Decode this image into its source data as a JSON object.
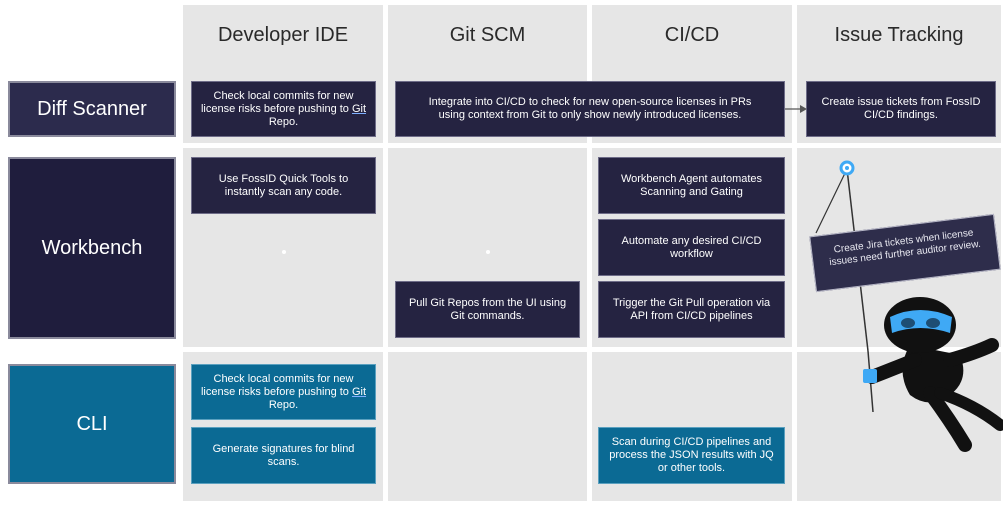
{
  "columns": [
    "Developer IDE",
    "Git SCM",
    "CI/CD",
    "Issue Tracking"
  ],
  "rows": {
    "diff_scanner": "Diff Scanner",
    "workbench": "Workbench",
    "cli": "CLI"
  },
  "boxes": {
    "diff_ide_a": "Check local commits for new license risks before pushing to",
    "diff_ide_b": "Git",
    "diff_ide_c": "Repo.",
    "diff_cicd": "Integrate into CI/CD to check for new open-source licenses in PRs using context from Git to only show newly introduced licenses.",
    "diff_issue": "Create issue tickets from FossID CI/CD findings.",
    "wb_ide": "Use FossID Quick Tools to instantly scan any code.",
    "wb_cicd_1": "Workbench Agent automates Scanning and Gating",
    "wb_cicd_2": "Automate any desired CI/CD workflow",
    "wb_git": "Pull Git Repos from the UI using Git commands.",
    "wb_cicd_3": "Trigger the Git Pull operation via API from CI/CD pipelines",
    "wb_issue_sign": "Create Jira tickets when license issues need further auditor review.",
    "cli_ide_1a": "Check local commits for new license risks before pushing to",
    "cli_ide_1b": "Git",
    "cli_ide_1c": "Repo.",
    "cli_ide_2": "Generate signatures for blind scans.",
    "cli_cicd": "Scan during CI/CD pipelines and process the JSON results with JQ or other tools."
  },
  "colors": {
    "navy": "#252341",
    "teal": "#0b6a94",
    "cell_gray": "#e6e6e6",
    "ninja_blue": "#3fa9f5"
  },
  "icons": [
    "arrow-right-icon",
    "ninja-mascot-icon"
  ]
}
